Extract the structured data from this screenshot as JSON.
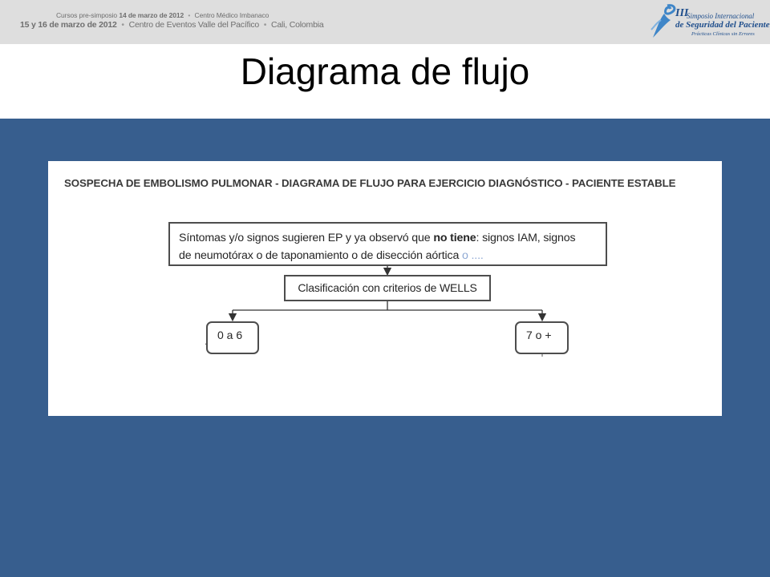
{
  "banner": {
    "line1": {
      "prefix": "Cursos pre-simposio",
      "date": "14 de marzo de 2012",
      "bullet": "•",
      "place": "Centro Médico Imbanaco"
    },
    "line2": {
      "date": "15 y 16 de marzo de 2012",
      "bullet": "•",
      "place": "Centro de Eventos Valle del Pacífico",
      "city": "Cali, Colombia"
    },
    "logo": {
      "roman": "III",
      "line1": "Simposio Internacional",
      "line2": "de Seguridad del Paciente",
      "line3": "Prácticas Clínicas sin Errores",
      "color": "#1f4e8c"
    }
  },
  "slide": {
    "title": "Diagrama de flujo",
    "background": "#375e8e"
  },
  "diagram": {
    "title": "SOSPECHA DE EMBOLISMO PULMONAR - DIAGRAMA DE FLUJO PARA EJERCICIO DIAGNÓSTICO - PACIENTE ESTABLE",
    "symptoms": {
      "part1": "Síntomas y/o signos sugieren EP y ya observó que ",
      "part2": "no tiene",
      "part3": ": signos IAM, signos",
      "part4": "de neumotórax o de taponamiento o de disección aórtica ",
      "part5": "o ...."
    },
    "classification": "Clasificación con criterios de WELLS",
    "low_range": "0 a 6",
    "high_range": "7 o +"
  }
}
